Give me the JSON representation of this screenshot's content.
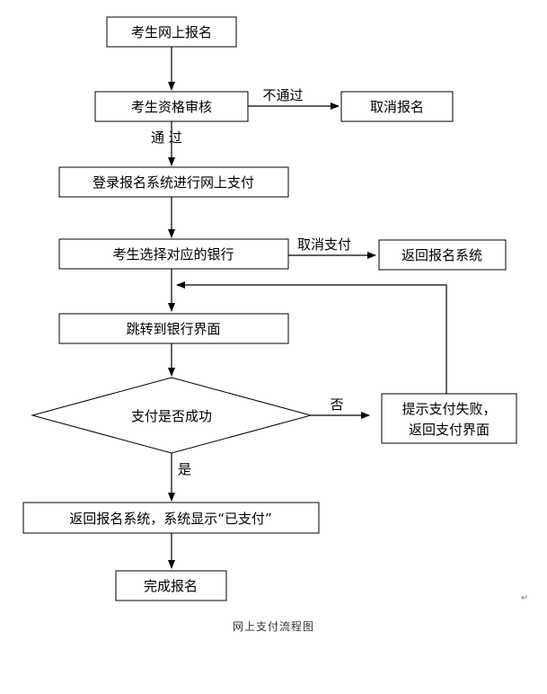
{
  "nodes": {
    "start": "考生网上报名",
    "review": "考生资格审核",
    "cancel_registration": "取消报名",
    "login_pay": "登录报名系统进行网上支付",
    "choose_bank": "考生选择对应的银行",
    "return_system": "返回报名系统",
    "bank_page": "跳转到银行界面",
    "decision": "支付是否成功",
    "fail_line1": "提示支付失败，",
    "fail_line2": "返回支付界面",
    "paid": "返回报名系统，系统显示“已支付”",
    "done": "完成报名"
  },
  "edges": {
    "not_pass": "不通过",
    "pass": "通 过",
    "cancel_pay": "取消支付",
    "no": "否",
    "yes": "是"
  },
  "caption": "网上支付流程图",
  "para_mark": "↵"
}
